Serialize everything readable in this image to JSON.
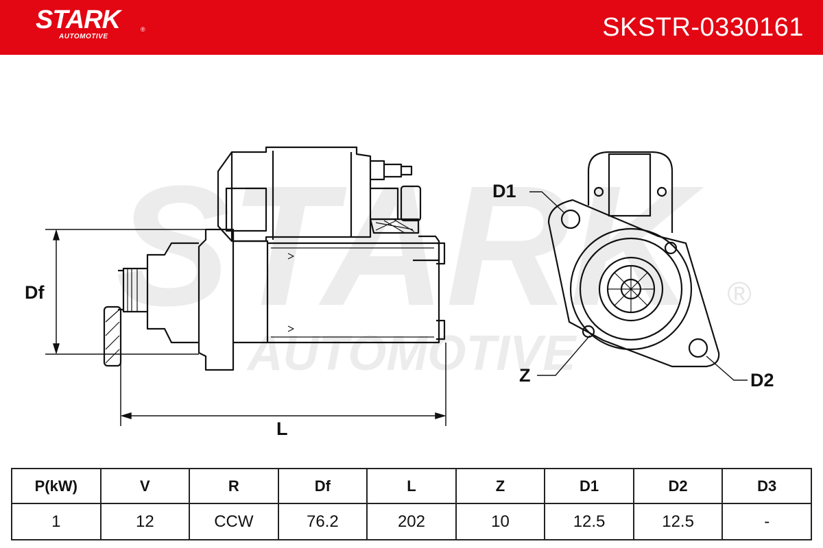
{
  "header": {
    "brand": "STARK",
    "brand_sub": "AUTOMOTIVE",
    "registered_mark": "®",
    "part_number": "SKSTR-0330161",
    "color": "#e30613"
  },
  "watermark": {
    "main": "STARK",
    "sub": "AUTOMOTIVE",
    "mark": "®"
  },
  "dimension_labels": {
    "df": "Df",
    "l": "L",
    "d1": "D1",
    "d2": "D2",
    "z": "Z"
  },
  "specs": {
    "headers": [
      "P(kW)",
      "V",
      "R",
      "Df",
      "L",
      "Z",
      "D1",
      "D2",
      "D3"
    ],
    "values": [
      "1",
      "12",
      "CCW",
      "76.2",
      "202",
      "10",
      "12.5",
      "12.5",
      "-"
    ]
  }
}
